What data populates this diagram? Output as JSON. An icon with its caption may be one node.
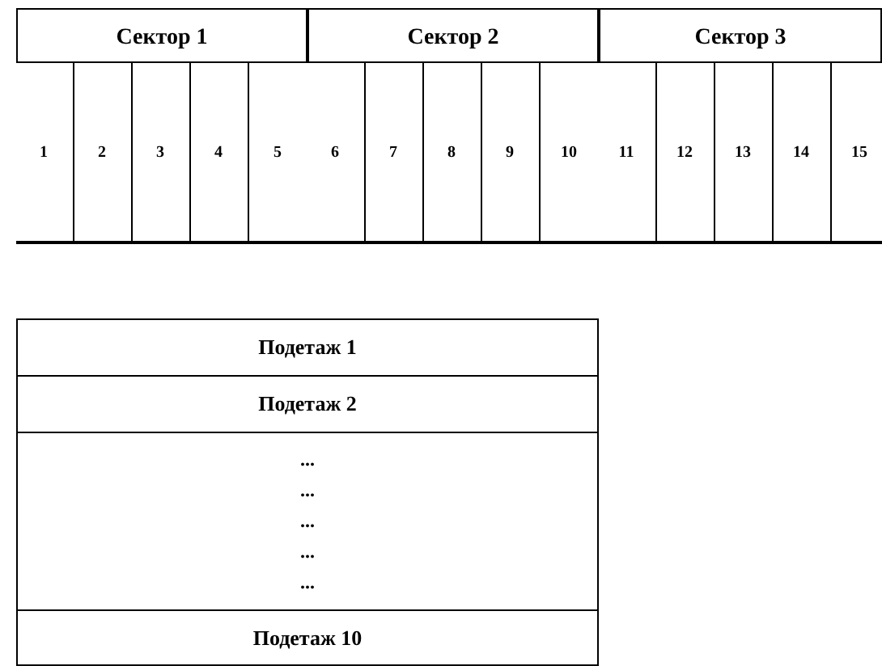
{
  "diagram": {
    "nodes": [
      {
        "text": [
          "Сектор 1"
        ]
      },
      {
        "text": [
          "1"
        ],
        "in": 0
      },
      {
        "text": [
          "2"
        ],
        "in": 0
      },
      {
        "text": [
          "3"
        ],
        "in": 0
      },
      {
        "text": [
          "4"
        ],
        "in": 0
      },
      {
        "text": [
          "5"
        ],
        "in": 0
      },
      {
        "text": [
          "Сектор 2"
        ]
      },
      {
        "text": [
          "6"
        ],
        "in": 6
      },
      {
        "text": [
          "7"
        ],
        "in": 6
      },
      {
        "text": [
          "8"
        ],
        "in": 6
      },
      {
        "text": [
          "9"
        ],
        "in": 6
      },
      {
        "text": [
          "10"
        ],
        "in": 6
      },
      {
        "text": [
          "Сектор 3"
        ]
      },
      {
        "text": [
          "11"
        ],
        "in": 12
      },
      {
        "text": [
          "12"
        ],
        "in": 12
      },
      {
        "text": [
          "13"
        ],
        "in": 12
      },
      {
        "text": [
          "14"
        ],
        "in": 12
      },
      {
        "text": [
          "15"
        ],
        "in": 12
      },
      {
        "text": [
          "Подетаж 1"
        ]
      },
      {
        "text": [
          "Подетаж 2"
        ]
      },
      {
        "text": [
          "...",
          "...",
          "...",
          "...",
          "..."
        ]
      },
      {
        "text": [
          "Подетаж 10"
        ]
      }
    ],
    "edges": []
  }
}
